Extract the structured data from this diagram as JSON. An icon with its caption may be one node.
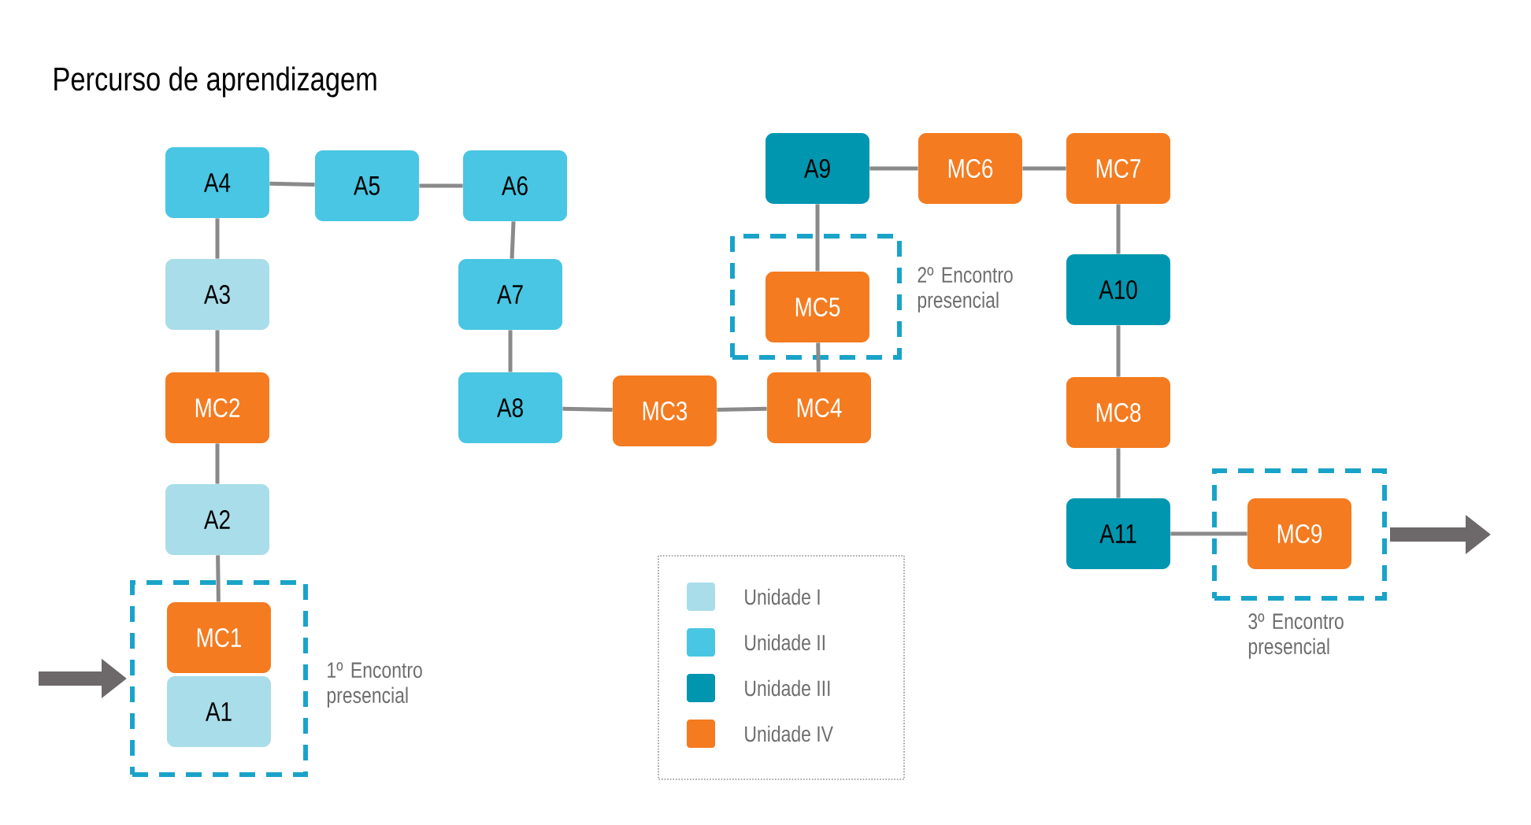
{
  "diagram": {
    "title": "Percurso de aprendizagem",
    "nodes": [
      {
        "text": [
          "A4"
        ]
      },
      {
        "text": [
          "A5"
        ]
      },
      {
        "text": [
          "A6"
        ]
      },
      {
        "text": [
          "A9"
        ]
      },
      {
        "text": [
          "MC6"
        ]
      },
      {
        "text": [
          "MC7"
        ]
      },
      {
        "text": [],
        "shape": "box",
        "beside": [
          "2º Encontro presencial"
        ]
      },
      {
        "text": [
          "MC5"
        ],
        "in": 6
      },
      {
        "text": [
          "A3"
        ]
      },
      {
        "text": [
          "A7"
        ]
      },
      {
        "text": [
          "A10"
        ]
      },
      {
        "text": [
          "MC2"
        ]
      },
      {
        "text": [
          "A8"
        ]
      },
      {
        "text": [
          "MC3"
        ]
      },
      {
        "text": [
          "MC4"
        ]
      },
      {
        "text": [
          "MC8"
        ]
      },
      {
        "text": [
          "A2"
        ]
      },
      {
        "text": [
          "A11"
        ]
      },
      {
        "text": [],
        "shape": "box",
        "beside": [
          "3º Encontro presencial"
        ]
      },
      {
        "text": [
          "MC9"
        ],
        "in": 18
      },
      {
        "text": [],
        "shape": "box",
        "beside": [
          "1º Encontro presencial"
        ]
      },
      {
        "text": [
          "MC1"
        ],
        "in": 20
      },
      {
        "text": [
          "A1"
        ],
        "in": 20
      }
    ],
    "edges": [
      {
        "from": 21,
        "to": 16,
        "arrow": "none"
      },
      {
        "from": 16,
        "to": 11,
        "arrow": "none"
      },
      {
        "from": 11,
        "to": 8,
        "arrow": "none"
      },
      {
        "from": 8,
        "to": 0,
        "arrow": "none"
      },
      {
        "from": 0,
        "to": 1,
        "arrow": "none"
      },
      {
        "from": 1,
        "to": 2,
        "arrow": "none"
      },
      {
        "from": 2,
        "to": 9,
        "arrow": "none"
      },
      {
        "from": 9,
        "to": 12,
        "arrow": "none"
      },
      {
        "from": 12,
        "to": 13,
        "arrow": "none"
      },
      {
        "from": 13,
        "to": 14,
        "arrow": "none"
      },
      {
        "from": 14,
        "to": 7,
        "arrow": "none"
      },
      {
        "from": 7,
        "to": 3,
        "arrow": "none"
      },
      {
        "from": 3,
        "to": 4,
        "arrow": "none"
      },
      {
        "from": 4,
        "to": 5,
        "arrow": "none"
      },
      {
        "from": 5,
        "to": 10,
        "arrow": "none"
      },
      {
        "from": 10,
        "to": 15,
        "arrow": "none"
      },
      {
        "from": 15,
        "to": 17,
        "arrow": "none"
      },
      {
        "from": 17,
        "to": 19,
        "arrow": "none"
      },
      {
        "from": null,
        "to": 20,
        "arrow": "to",
        "style": "thick",
        "color": "#6d6869"
      },
      {
        "from": 18,
        "to": null,
        "arrow": "to",
        "style": "thick",
        "color": "#6d6869"
      }
    ],
    "legend": [
      {
        "text": "Unidade I",
        "color": "#a8dde9"
      },
      {
        "text": "Unidade II",
        "color": "#48c6e3"
      },
      {
        "text": "Unidade III",
        "color": "#0096b0"
      },
      {
        "text": "Unidade IV",
        "color": "#f47b20"
      }
    ]
  }
}
